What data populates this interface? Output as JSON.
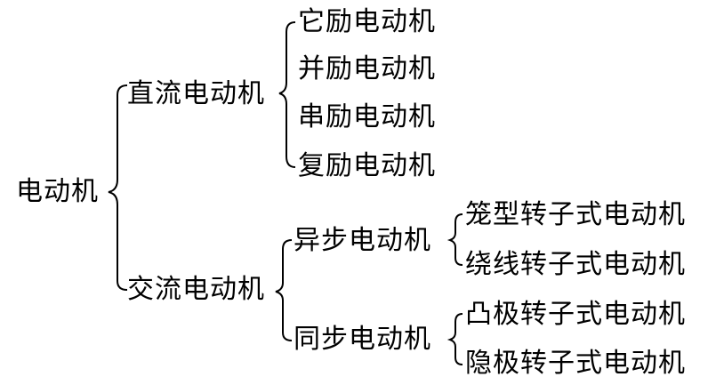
{
  "tree": {
    "root": "电动机",
    "dc": {
      "label": "直流电动机",
      "children": [
        "它励电动机",
        "并励电动机",
        "串励电动机",
        "复励电动机"
      ]
    },
    "ac": {
      "label": "交流电动机",
      "async": {
        "label": "异步电动机",
        "children": [
          "笼型转子式电动机",
          "绕线转子式电动机"
        ]
      },
      "sync": {
        "label": "同步电动机",
        "children": [
          "凸极转子式电动机",
          "隐极转子式电动机"
        ]
      }
    }
  }
}
